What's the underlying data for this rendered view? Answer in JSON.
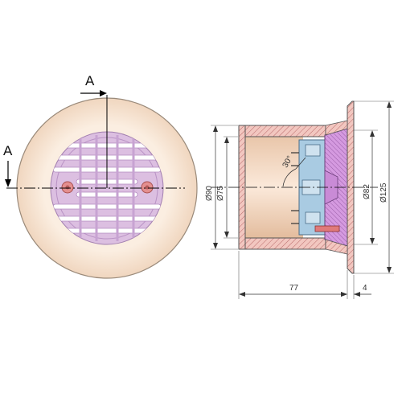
{
  "front_view": {
    "section_marker_top": "A",
    "section_marker_left": "A"
  },
  "section_view": {
    "angle_label": "30°",
    "diam_90": "Ø90",
    "diam_75": "Ø75",
    "diam_82": "Ø82",
    "diam_125": "Ø125",
    "length_77": "77",
    "flange_4": "4"
  },
  "colors": {
    "flange": "#f7e3cf",
    "grille": "#d9b7df",
    "screws": "#e38b8b",
    "body": "#f1d2b8",
    "hatch_pink": "#e4a8b4",
    "blue_part": "#9fc3dc",
    "purple_part": "#c48ad2",
    "line": "#444444"
  }
}
